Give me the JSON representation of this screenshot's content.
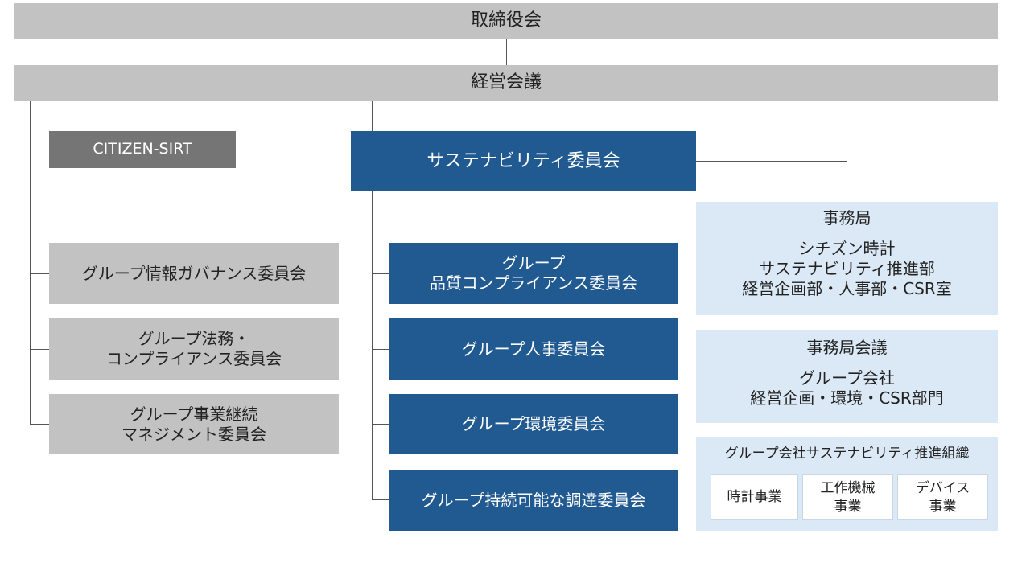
{
  "board": {
    "label": "取締役会"
  },
  "management": {
    "label": "経営会議"
  },
  "sirt": {
    "label": "CITIZEN-SIRT"
  },
  "sustainability": {
    "label": "サステナビリティ委員会"
  },
  "left_committees": [
    {
      "lines": [
        "グループ情報ガバナンス委員会"
      ]
    },
    {
      "lines": [
        "グループ法務・",
        "コンプライアンス委員会"
      ]
    },
    {
      "lines": [
        "グループ事業継続",
        "マネジメント委員会"
      ]
    }
  ],
  "center_committees": [
    {
      "lines": [
        "グループ",
        "品質コンプライアンス委員会"
      ]
    },
    {
      "lines": [
        "グループ人事委員会"
      ]
    },
    {
      "lines": [
        "グループ環境委員会"
      ]
    },
    {
      "lines": [
        "グループ持続可能な調達委員会"
      ]
    }
  ],
  "secretariat": {
    "title": "事務局",
    "lines": [
      "シチズン時計",
      "サステナビリティ推進部",
      "経営企画部・人事部・CSR室"
    ]
  },
  "secretariat_meeting": {
    "title": "事務局会議",
    "lines": [
      "グループ会社",
      "経営企画・環境・CSR部門"
    ]
  },
  "group_org": {
    "title": "グループ会社サステナビリティ推進組織",
    "units": [
      {
        "lines": [
          "時計事業"
        ]
      },
      {
        "lines": [
          "工作機械",
          "事業"
        ]
      },
      {
        "lines": [
          "デバイス",
          "事業"
        ]
      }
    ]
  },
  "colors": {
    "gray": "#c2c2c2",
    "dark_gray": "#757575",
    "blue": "#215a91",
    "light_blue": "#dbe8f5"
  }
}
